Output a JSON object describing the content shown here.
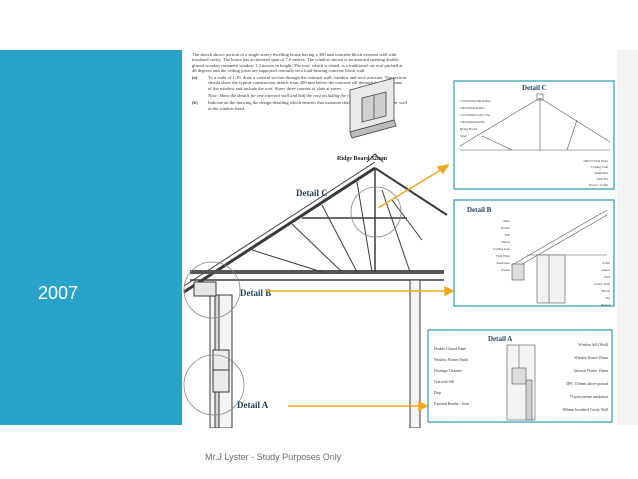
{
  "slide": {
    "year": "2007",
    "footer": "Mr.J Lyster - Study Purposes Only"
  },
  "question": {
    "intro": "The sketch shows portion of a single storey dwelling house having a 300 mm concrete block external wall with insulated cavity. The house has an internal span of 7.0 metres. The window shown is an outward opening double glazed wooden casement window 1.2 metres in height. The roof, which is slated, is a traditional cut roof pitched at 40 degrees and the ceiling joists are supported centrally on a load-bearing concrete block wall.",
    "part_a_label": "(a)",
    "part_a": "To a scale of 1:10, draw a vertical section through the external wall, window and roof structure. The section should show the typical construction details from 300 mm below the concrete sill through the fixed frame of the window and include the roof. Show three courses of slate at eaves.",
    "part_a_note": "Note: Show the details for one external wall and half the roof including the ridge.",
    "part_b_label": "(b)",
    "part_b": "Indicate on the drawing the design detailing which ensures that moisture does not penetrate to the inner wall at the window head."
  },
  "drawing": {
    "ridge_label": "Ridge Board 32mm",
    "detail_c_label": "Detail C",
    "detail_b_label": "Detail B",
    "detail_a_label": "Detail A"
  },
  "detail_c": {
    "title": "Detail C",
    "labels": [
      "125x35mm Hip Rafter",
      "100x35mm Rafter",
      "125x50mm Collar Tie",
      "100x50mm Purlin",
      "Ridge Board",
      "Strut",
      "100x75 Wall Plate",
      "Ceiling Joist",
      "Insulation",
      "Wall Tie",
      "Fascia / Soffit"
    ]
  },
  "detail_b": {
    "title": "Detail B",
    "labels": [
      "Slate",
      "Batten",
      "Felt",
      "Rafter",
      "Ceiling Joist",
      "Wall Plate",
      "Insulation",
      "Fascia",
      "Soffit",
      "Gutter",
      "Vent",
      "Cavity Wall",
      "Block",
      "Tie",
      "Plaster"
    ]
  },
  "detail_a": {
    "title": "Detail A",
    "labels_left": [
      "Double Glazed Panel",
      "Window Frame (Sash)",
      "Drainage Channel",
      "Concrete Sill",
      "Drip",
      "External Render / Joint"
    ],
    "labels_right": [
      "Window Sill (Wall)",
      "Window Board 25mm",
      "Internal Plaster 13mm",
      "DPC 150mm above ground",
      "75 polystyrene insulation",
      "300mm Insulated Cavity Wall"
    ]
  },
  "colors": {
    "sidebar": "#29a3c9",
    "detail_frame": "#2a9ab8",
    "arrow": "#f2a81d",
    "line": "#333333"
  }
}
